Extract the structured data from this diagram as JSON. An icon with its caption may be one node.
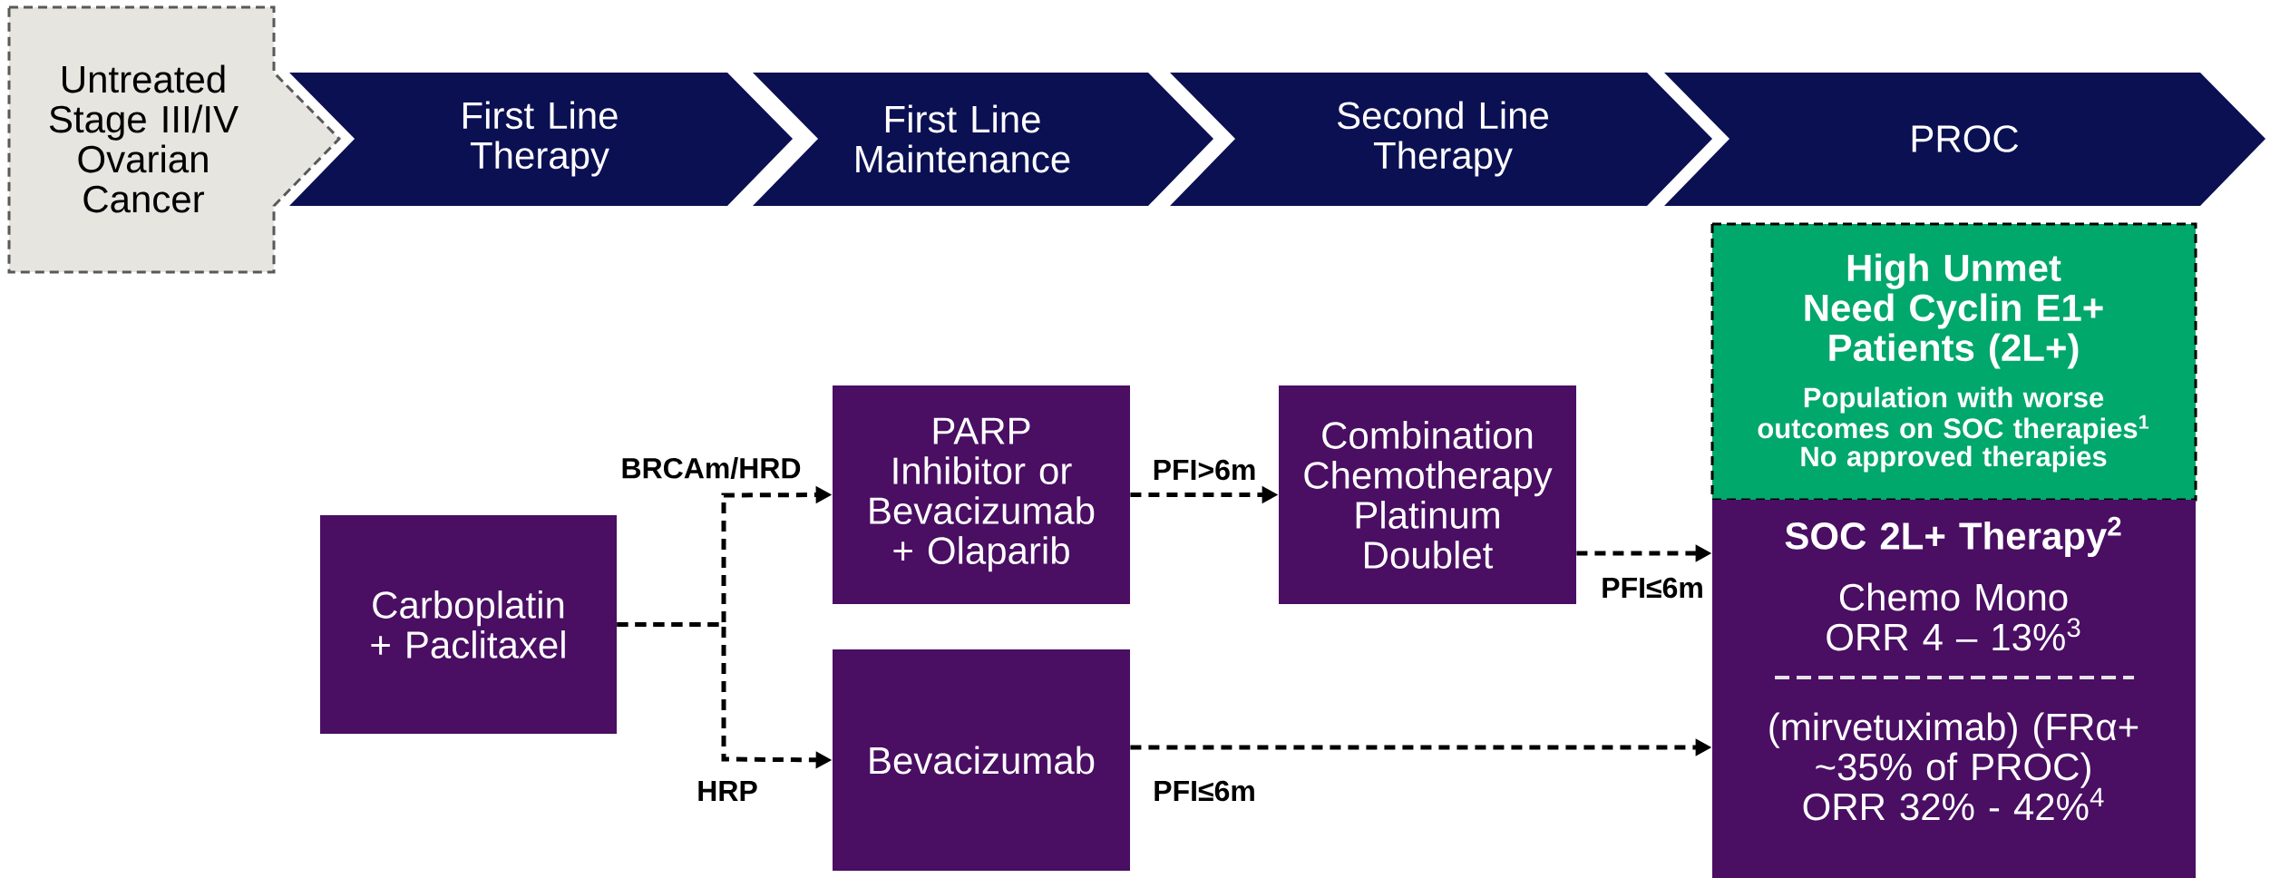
{
  "diagram": {
    "nodes": [
      {
        "text": [
          "Untreated Stage III/IV Ovarian Cancer"
        ]
      },
      {
        "text": [
          "First Line Therapy"
        ]
      },
      {
        "text": [
          "First Line Maintenance"
        ]
      },
      {
        "text": [
          "Second Line Therapy"
        ]
      },
      {
        "text": [
          "PROC"
        ]
      },
      {
        "text": [
          "High Unmet Need Cyclin E1+ Patients (2L+)",
          "Population with worse outcomes on SOC therapies$^{1}$",
          "No approved therapies"
        ]
      },
      {
        "text": [
          "SOC 2L+ Therapy$^{2}$",
          "Chemo Mono ORR 4 – 13%$^{3}$",
          "(mirvetuximab) (FRα+ ~35% of PROC) ORR 32% - 42%$^{4}$"
        ]
      },
      {
        "text": [
          "Carboplatin + Paclitaxel"
        ]
      },
      {
        "text": [
          "PARP Inhibitor or Bevacizumab + Olaparib"
        ]
      },
      {
        "text": [
          "Bevacizumab"
        ]
      },
      {
        "text": [
          "Combination Chemotherapy Platinum Doublet"
        ]
      }
    ],
    "edges": [
      {
        "from": 7,
        "to": 8,
        "arrow": "to",
        "label": "BRCAm/HRD",
        "style": "dashed"
      },
      {
        "from": 7,
        "to": 9,
        "arrow": "to",
        "label": "HRP",
        "style": "dashed"
      },
      {
        "from": 8,
        "to": 10,
        "arrow": "to",
        "label": "PFI>6m",
        "style": "dashed"
      },
      {
        "from": 10,
        "to": 6,
        "arrow": "to",
        "label": "PFI≤6m",
        "style": "dashed"
      },
      {
        "from": 9,
        "to": 6,
        "arrow": "to",
        "label": "PFI≤6m",
        "style": "dashed"
      }
    ]
  }
}
